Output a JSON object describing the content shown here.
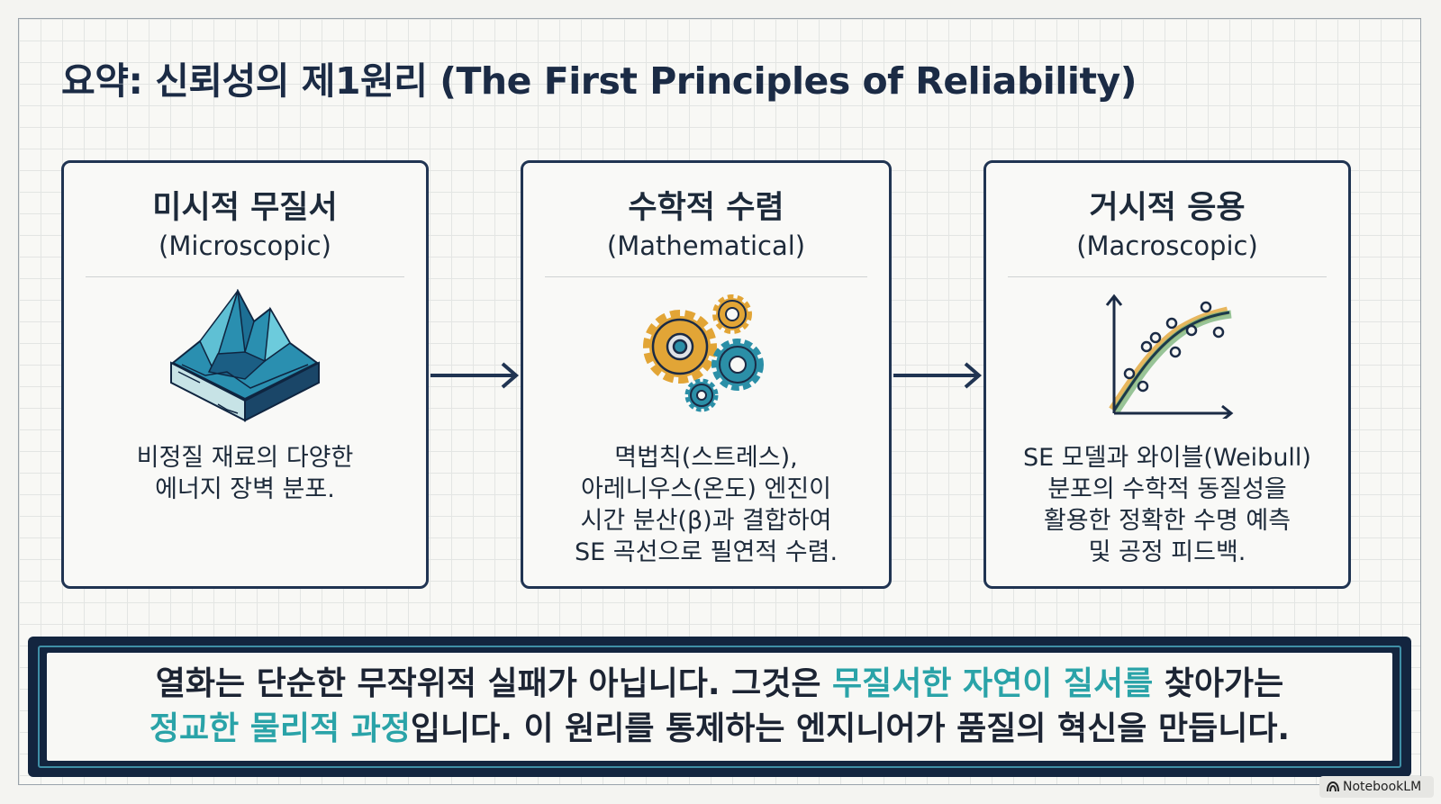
{
  "title": "요약: 신뢰성의 제1원리 (The First Principles of Reliability)",
  "cards": [
    {
      "title": "미시적 무질서",
      "subtitle": "(Microscopic)",
      "icon": "terrain-icon",
      "lines": [
        "비정질 재료의 다양한",
        "에너지 장벽 분포."
      ]
    },
    {
      "title": "수학적 수렴",
      "subtitle": "(Mathematical)",
      "icon": "gears-icon",
      "lines": [
        "멱법칙(스트레스),",
        "아레니우스(온도) 엔진이",
        "시간 분산(β)과 결합하여",
        "SE 곡선으로 필연적 수렴."
      ]
    },
    {
      "title": "거시적 응용",
      "subtitle": "(Macroscopic)",
      "icon": "curve-fit-chart-icon",
      "lines": [
        "SE 모델과 와이블(Weibull)",
        "분포의 수학적 동질성을",
        "활용한 정확한 수명 예측",
        "및 공정 피드백."
      ]
    }
  ],
  "banner": {
    "line1_a": "열화는 단순한 무작위적 실패가 아닙니다. 그것은 ",
    "line1_hl": "무질서한 자연이 질서를",
    "line1_b": " 찾아가는",
    "line2_hl": "정교한 물리적 과정",
    "line2_b": "입니다. 이 원리를 통제하는 엔지니어가 품질의 혁신을 만듭니다."
  },
  "badge": {
    "label": "NotebookLM"
  },
  "colors": {
    "accent": "#2aa3a8",
    "navy": "#13253f",
    "gear_gold": "#e2a536",
    "gear_teal": "#2b8fa7"
  }
}
